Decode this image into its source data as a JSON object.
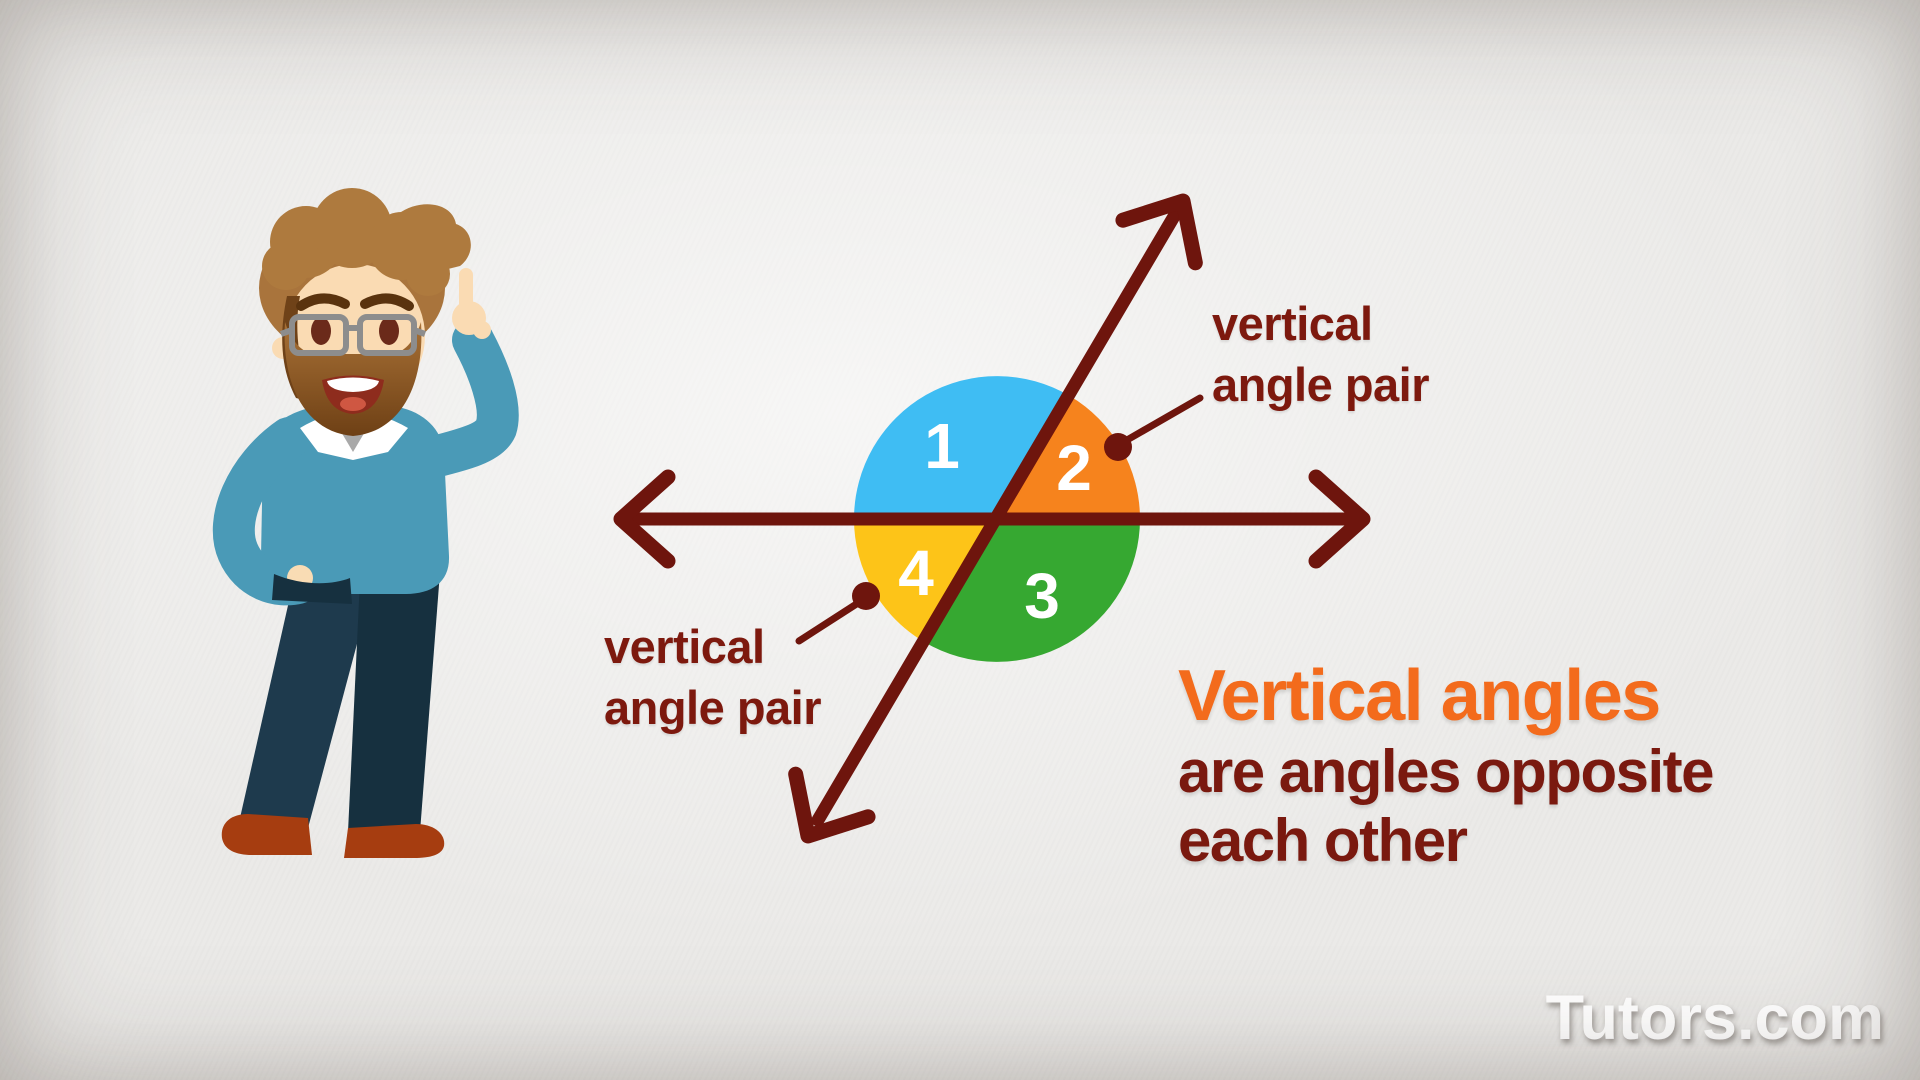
{
  "scene": {
    "background_color": "#ebeae8",
    "line_color": "#6e150d",
    "label_text_color": "#7d190e"
  },
  "diagram": {
    "angles": [
      {
        "label": "1",
        "color": "#3fbdf3"
      },
      {
        "label": "2",
        "color": "#f6831d"
      },
      {
        "label": "3",
        "color": "#36a831"
      },
      {
        "label": "4",
        "color": "#fdc418"
      }
    ],
    "number_color": "#ffffff",
    "pair_label_top": {
      "line1": "vertical",
      "line2": "angle pair"
    },
    "pair_label_bottom": {
      "line1": "vertical",
      "line2": "angle pair"
    }
  },
  "caption": {
    "title": "Vertical angles",
    "title_color": "#f36b1c",
    "line2": "are angles opposite",
    "line3": "each other",
    "body_color": "#7a190f"
  },
  "watermark": {
    "label": "Tutors.com",
    "color": "#ffffff"
  },
  "character": {
    "description": "cartoon male tutor with glasses and beard pointing upward"
  }
}
